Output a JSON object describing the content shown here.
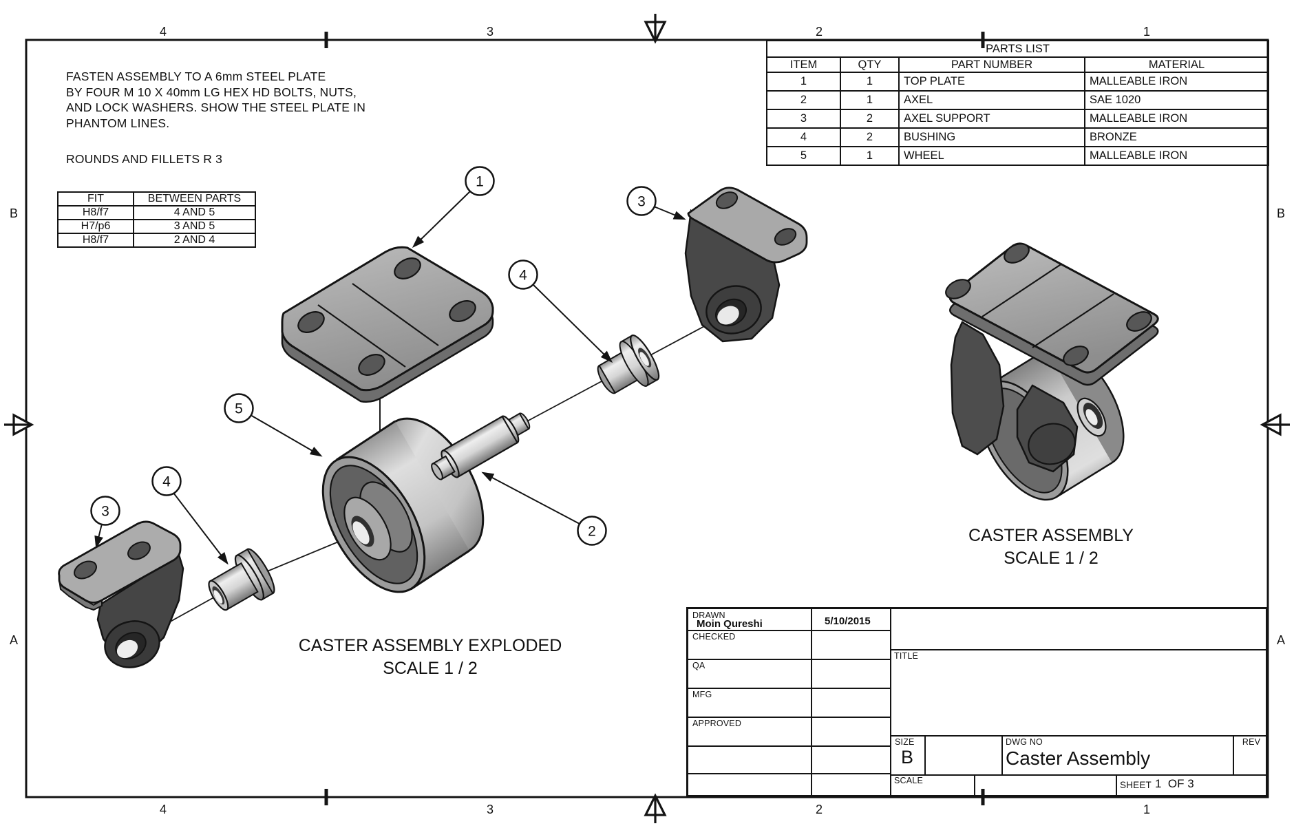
{
  "zones": {
    "top": [
      "4",
      "3",
      "2",
      "1"
    ],
    "bottom": [
      "4",
      "3",
      "2",
      "1"
    ],
    "left": [
      "B",
      "A"
    ],
    "right": [
      "B",
      "A"
    ]
  },
  "notes": {
    "lines": [
      "FASTEN ASSEMBLY TO A 6mm STEEL PLATE",
      "BY FOUR M 10 X 40mm LG HEX HD BOLTS, NUTS,",
      "AND LOCK WASHERS. SHOW THE STEEL PLATE IN",
      "PHANTOM LINES.",
      "ROUNDS AND FILLETS R 3"
    ]
  },
  "fit_table": {
    "headers": [
      "FIT",
      "BETWEEN PARTS"
    ],
    "rows": [
      [
        "H8/f7",
        "4 AND 5"
      ],
      [
        "H7/p6",
        "3 AND 5"
      ],
      [
        "H8/f7",
        "2 AND 4"
      ]
    ]
  },
  "parts_list": {
    "title": "PARTS LIST",
    "headers": [
      "ITEM",
      "QTY",
      "PART NUMBER",
      "MATERIAL"
    ],
    "rows": [
      [
        "1",
        "1",
        "TOP PLATE",
        "MALLEABLE IRON"
      ],
      [
        "2",
        "1",
        "AXEL",
        "SAE 1020"
      ],
      [
        "3",
        "2",
        "AXEL SUPPORT",
        "MALLEABLE IRON"
      ],
      [
        "4",
        "2",
        "BUSHING",
        "BRONZE"
      ],
      [
        "5",
        "1",
        "WHEEL",
        "MALLEABLE IRON"
      ]
    ]
  },
  "balloons": {
    "plate": "1",
    "axel": "2",
    "support_upper": "3",
    "support_lower": "3",
    "bushing_upper": "4",
    "bushing_lower": "4",
    "wheel": "5"
  },
  "captions": {
    "exploded_title": "CASTER ASSEMBLY EXPLODED",
    "exploded_scale": "SCALE 1 / 2",
    "assembly_title": "CASTER ASSEMBLY",
    "assembly_scale": "SCALE 1 / 2"
  },
  "title_block": {
    "drawn_label": "DRAWN",
    "drawn_value": "Moin Qureshi",
    "drawn_date": "5/10/2015",
    "checked_label": "CHECKED",
    "qa_label": "QA",
    "mfg_label": "MFG",
    "approved_label": "APPROVED",
    "title_label": "TITLE",
    "size_label": "SIZE",
    "size_value": "B",
    "dwg_label": "DWG NO",
    "dwg_value": "Caster Assembly",
    "rev_label": "REV",
    "scale_label": "SCALE",
    "sheet_label": "SHEET",
    "sheet_value": "1  OF 3"
  },
  "colors": {
    "line": "#141414",
    "part_mid_gray": "#9a9a9a",
    "part_dark_gray": "#474747",
    "background": "#ffffff"
  }
}
